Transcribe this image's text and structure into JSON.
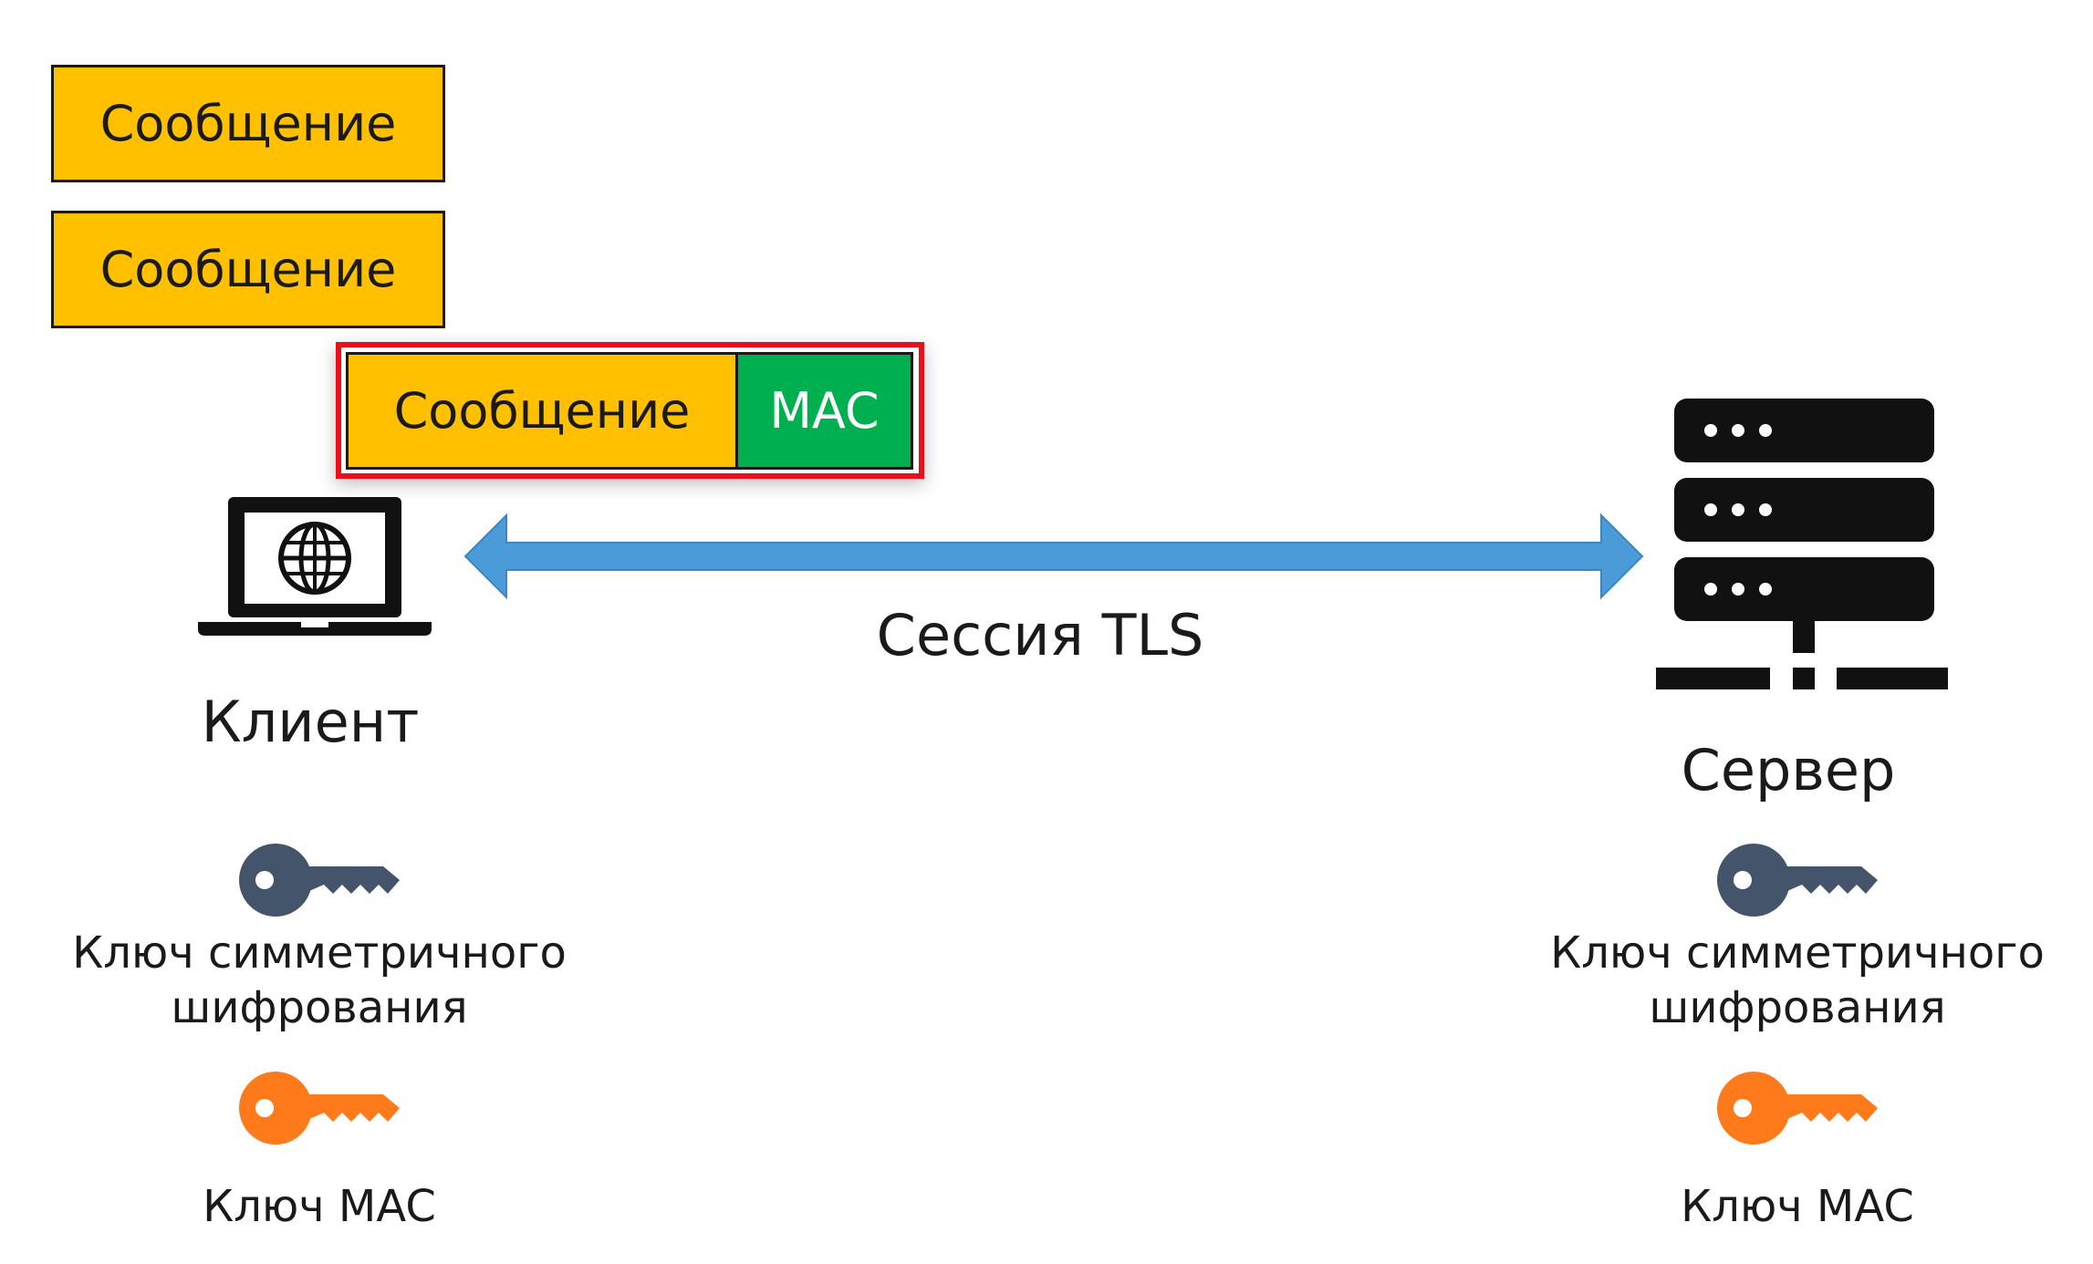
{
  "messages": [
    {
      "label": "Сообщение"
    },
    {
      "label": "Сообщение"
    }
  ],
  "packet": {
    "message_label": "Сообщение",
    "mac_label": "MAC"
  },
  "session": {
    "label": "Сессия TLS"
  },
  "client": {
    "label": "Клиент",
    "symmetric_key_label_line1": "Ключ симметричного",
    "symmetric_key_label_line2": "шифрования",
    "mac_key_label": "Ключ MAC"
  },
  "server": {
    "label": "Сервер",
    "symmetric_key_label_line1": "Ключ симметричного",
    "symmetric_key_label_line2": "шифрования",
    "mac_key_label": "Ключ MAC"
  },
  "colors": {
    "message": "#ffc000",
    "mac": "#00b050",
    "highlight": "#e8101a",
    "arrow": "#4a9bd8",
    "symmetric_key": "#44546a",
    "mac_key": "#ff7a1a"
  },
  "icons": {
    "client": "laptop-globe-icon",
    "server": "server-rack-icon",
    "symmetric_key": "key-icon",
    "mac_key": "key-icon"
  }
}
